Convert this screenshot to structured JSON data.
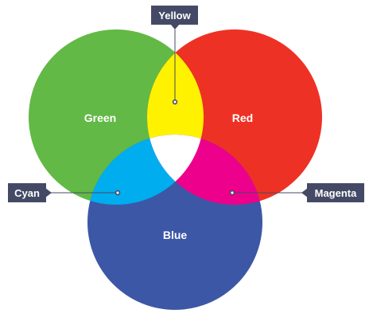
{
  "diagram": {
    "circles": {
      "green": {
        "label": "Green",
        "color": "#62b946"
      },
      "red": {
        "label": "Red",
        "color": "#ee3125"
      },
      "blue": {
        "label": "Blue",
        "color": "#3c57a6"
      }
    },
    "overlaps": {
      "yellow": {
        "label": "Yellow",
        "color": "#fff200"
      },
      "cyan": {
        "label": "Cyan",
        "color": "#00adef"
      },
      "magenta": {
        "label": "Magenta",
        "color": "#ec008c"
      },
      "white": {
        "color": "#ffffff"
      }
    },
    "callout_color": "#444a66"
  }
}
